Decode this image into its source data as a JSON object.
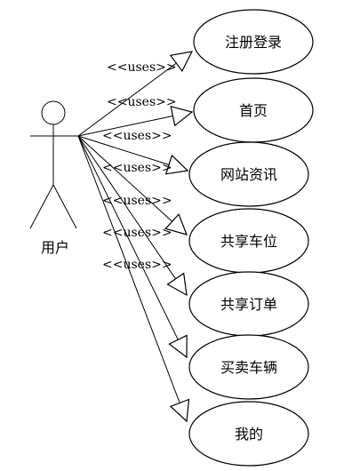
{
  "actor": {
    "label": "用户"
  },
  "relation_label": "<<uses>>",
  "use_cases": [
    {
      "label": "注册登录"
    },
    {
      "label": "首页"
    },
    {
      "label": "网站资讯"
    },
    {
      "label": "共享车位"
    },
    {
      "label": "共享订单"
    },
    {
      "label": "买卖车辆"
    },
    {
      "label": "我的"
    }
  ]
}
